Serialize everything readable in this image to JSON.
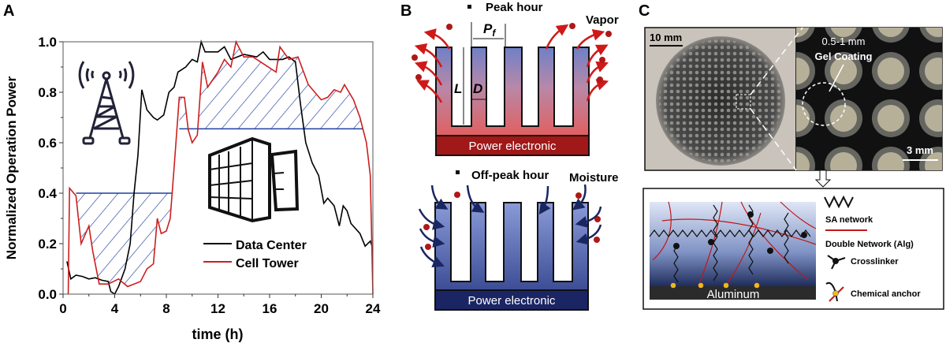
{
  "panels": {
    "a": "A",
    "b": "B",
    "c": "C"
  },
  "chart_data": {
    "type": "line",
    "xlabel": "time (h)",
    "ylabel": "Normalized Operation Power",
    "xlim": [
      0,
      24
    ],
    "ylim": [
      0,
      1.0
    ],
    "xticks": [
      "0",
      "4",
      "8",
      "12",
      "16",
      "20",
      "24"
    ],
    "yticks": [
      "0.0",
      "0.2",
      "0.4",
      "0.6",
      "0.8",
      "1.0"
    ],
    "legend_position": "bottom-right",
    "grid": false,
    "series": [
      {
        "name": "Data Center",
        "color": "#000000",
        "x": [
          0.3,
          0.6,
          1,
          1.5,
          2,
          2.5,
          3,
          3.5,
          3.7,
          4,
          4.3,
          4.8,
          5.2,
          5.5,
          5.8,
          6.1,
          6.5,
          7,
          7.3,
          7.8,
          8.2,
          8.6,
          8.9,
          9.5,
          10,
          10.4,
          10.7,
          11,
          12,
          12.5,
          13,
          14,
          15,
          15.5,
          16,
          17,
          17.5,
          18,
          18.4,
          18.8,
          19.3,
          19.8,
          20.2,
          20.5,
          21,
          21.4,
          21.7,
          22,
          22.3,
          23,
          23.4,
          23.8,
          24
        ],
        "y": [
          0.13,
          0.06,
          0.075,
          0.07,
          0.06,
          0.065,
          0.055,
          0.05,
          0.01,
          0.0,
          0.03,
          0.1,
          0.2,
          0.4,
          0.55,
          0.81,
          0.73,
          0.7,
          0.69,
          0.71,
          0.8,
          0.82,
          0.88,
          0.9,
          0.93,
          0.92,
          1.0,
          0.96,
          0.96,
          0.98,
          0.93,
          0.95,
          0.94,
          0.96,
          0.93,
          0.93,
          0.94,
          0.92,
          0.75,
          0.6,
          0.52,
          0.47,
          0.36,
          0.38,
          0.35,
          0.27,
          0.35,
          0.33,
          0.28,
          0.24,
          0.19,
          0.21,
          0.18
        ]
      },
      {
        "name": "Cell Tower",
        "color": "#cc1f1f",
        "x": [
          0.4,
          0.5,
          1,
          1.4,
          2,
          2.3,
          2.8,
          3.5,
          4.3,
          5,
          5.5,
          6,
          6.5,
          7,
          7.3,
          7.6,
          8,
          8.3,
          8.6,
          9,
          9.4,
          9.7,
          10,
          10.4,
          10.8,
          11.2,
          12,
          12.5,
          13,
          13.4,
          14,
          14.7,
          15.3,
          16.5,
          16.8,
          17.5,
          18.2,
          19,
          20,
          20.5,
          21,
          21.5,
          21.8,
          22.5,
          23,
          23.5,
          23.8,
          24
        ],
        "y": [
          0.0,
          0.42,
          0.39,
          0.2,
          0.27,
          0.17,
          0.04,
          0.04,
          0.06,
          0.03,
          0.04,
          0.05,
          0.1,
          0.12,
          0.3,
          0.24,
          0.25,
          0.3,
          0.5,
          0.78,
          0.78,
          0.65,
          0.6,
          0.63,
          0.92,
          0.82,
          0.88,
          0.93,
          0.9,
          1.0,
          0.94,
          0.94,
          0.92,
          0.88,
          0.98,
          0.93,
          0.94,
          0.83,
          0.77,
          0.78,
          0.81,
          0.8,
          0.83,
          0.77,
          0.7,
          0.6,
          0.47,
          0.0
        ]
      }
    ],
    "shaded_regions": [
      {
        "x_range": [
          1,
          8.5
        ],
        "threshold": 0.4,
        "side": "below",
        "color": "#1f3fa0"
      },
      {
        "x_range": [
          9,
          23.2
        ],
        "threshold": 0.655,
        "side": "above",
        "color": "#1f3fa0"
      }
    ]
  },
  "panel_b": {
    "peak_label": "Peak hour",
    "offpeak_label": "Off-peak hour",
    "vapor_label": "Vapor",
    "moisture_label": "Moisture",
    "pf_label": "P",
    "pf_sub": "f",
    "l_label": "L",
    "d_label": "D",
    "base_label_top": "Power electronic",
    "base_label_bottom": "Power electronic"
  },
  "panel_c": {
    "scale_left": "10 mm",
    "scale_right": "3 mm",
    "coating_size": "0.5-1 mm",
    "coating_label": "Gel Coating",
    "substrate_label": "Aluminum",
    "legend": [
      "SA network",
      "Double Network (Alg)",
      "Crosslinker",
      "Chemical anchor"
    ]
  }
}
